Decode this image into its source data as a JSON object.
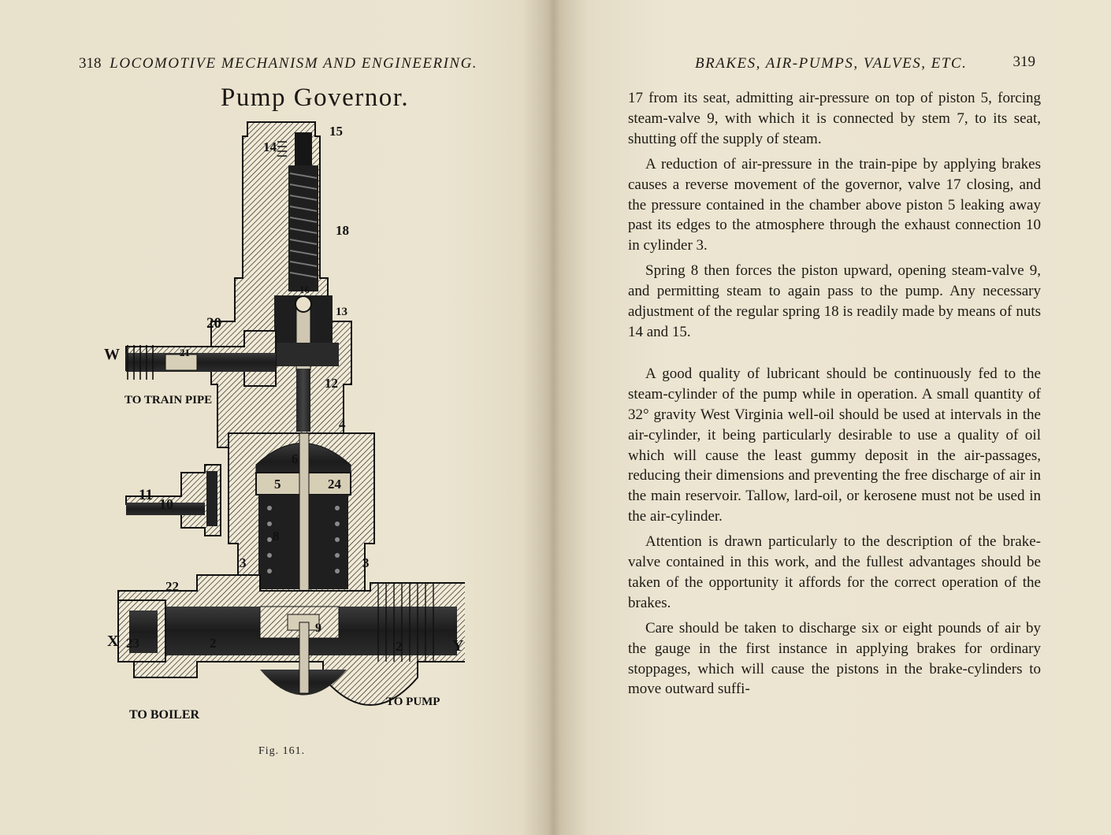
{
  "left_page": {
    "page_number": "318",
    "running_head": "LOCOMOTIVE MECHANISM AND ENGINEERING.",
    "figure_title": "Pump Governor.",
    "figure_caption": "Fig. 161.",
    "labels": {
      "n15": "15",
      "n14": "14",
      "n18": "18",
      "n16": "16",
      "n13": "13",
      "n20": "20",
      "n21": "21",
      "n12": "12",
      "n4": "4",
      "n6": "6",
      "n5": "5",
      "n24": "24",
      "n8": "8",
      "n11": "11",
      "n10": "10",
      "n3a": "3",
      "n3b": "3",
      "n22": "22",
      "n23": "23",
      "n9": "9",
      "n2a": "2",
      "n2b": "2",
      "w": "W",
      "x": "X",
      "y": "Y",
      "train_pipe": "TO TRAIN PIPE",
      "to_boiler": "TO BOILER",
      "to_pump": "TO PUMP"
    }
  },
  "right_page": {
    "page_number": "319",
    "running_head": "BRAKES, AIR-PUMPS, VALVES, ETC.",
    "paragraphs": [
      "17 from its seat, admitting air-pressure on top of piston 5, forcing steam-valve 9, with which it is connected by stem 7, to its seat, shutting off the supply of steam.",
      "A reduction of air-pressure in the train-pipe by applying brakes causes a reverse movement of the governor, valve 17 closing, and the pressure contained in the chamber above piston 5 leaking away past its edges to the atmosphere through the exhaust connection 10 in cylinder 3.",
      "Spring 8 then forces the piston upward, opening steam-valve 9, and permitting steam to again pass to the pump. Any necessary adjustment of the regular spring 18 is readily made by means of nuts 14 and 15.",
      "A good quality of lubricant should be continuously fed to the steam-cylinder of the pump while in operation. A small quantity of 32° gravity West Virginia well-oil should be used at intervals in the air-cylinder, it being particularly desirable to use a quality of oil which will cause the least gummy deposit in the air-passages, reducing their dimensions and preventing the free discharge of air in the main reservoir. Tallow, lard-oil, or kerosene must not be used in the air-cylinder.",
      "Attention is drawn particularly to the description of the brake-valve contained in this work, and the fullest advantages should be taken of the opportunity it affords for the correct operation of the brakes.",
      "Care should be taken to discharge six or eight pounds of air by the gauge in the first instance in applying brakes for ordinary stoppages, which will cause the pistons in the brake-cylinders to move outward suffi-"
    ]
  }
}
